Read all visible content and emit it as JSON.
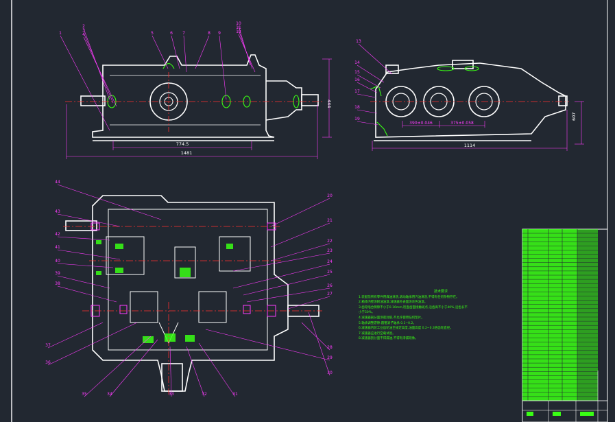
{
  "colors": {
    "background": "#222831",
    "outline": "#ffffff",
    "leader": "#ff3cff",
    "detail": "#39ff14",
    "centerline": "#ff3030",
    "frame": "#ffffff"
  },
  "drawing": {
    "front_view": {
      "dims": {
        "overall_length": "1481",
        "center_distance": "774.5",
        "height": "444"
      },
      "labels": [
        "1",
        "2",
        "3",
        "4",
        "5",
        "6",
        "7",
        "8",
        "9",
        "10",
        "11",
        "12"
      ]
    },
    "side_view": {
      "dims": {
        "overall_length": "1114",
        "height": "607",
        "distance_a": "390±0.046",
        "distance_b": "375±0.058"
      },
      "labels": [
        "13",
        "14",
        "15",
        "16",
        "17",
        "18",
        "19"
      ]
    },
    "plan_view": {
      "labels_left": [
        "44",
        "43",
        "42",
        "41",
        "40",
        "39",
        "38",
        "37",
        "36"
      ],
      "labels_right": [
        "20",
        "21",
        "22",
        "23",
        "24",
        "25",
        "26",
        "27",
        "28",
        "29",
        "30"
      ],
      "labels_bottom": [
        "35",
        "34",
        "33",
        "32",
        "31"
      ]
    },
    "tech_notes": {
      "title": "技术要求",
      "lines": [
        "1.装配前所有零件用煤油清洗,滚动轴承用汽油清洗,不得有任何杂物存在。",
        "2.箱体内壁涂耐油油漆,减速器外表面涂灰色油漆。",
        "3.齿轮啮合侧隙不小于0.16mm,检查齿面接触斑点,沿齿高不小于40%,沿齿长不",
        "  小于50%。",
        "4.减速器剖分面涂密封胶,不允许使用任何垫片。",
        "5.轴承调整游隙:圆锥滚子轴承 0.1~0.2。",
        "6.减速器内装工业齿轮油至规定高度,油面高度 0.2~0.3倍齿轮直径。",
        "7.减速器应进行空载试验。",
        "8.减速器剖分面不得漏油,不得有渗漏现象。"
      ]
    }
  }
}
